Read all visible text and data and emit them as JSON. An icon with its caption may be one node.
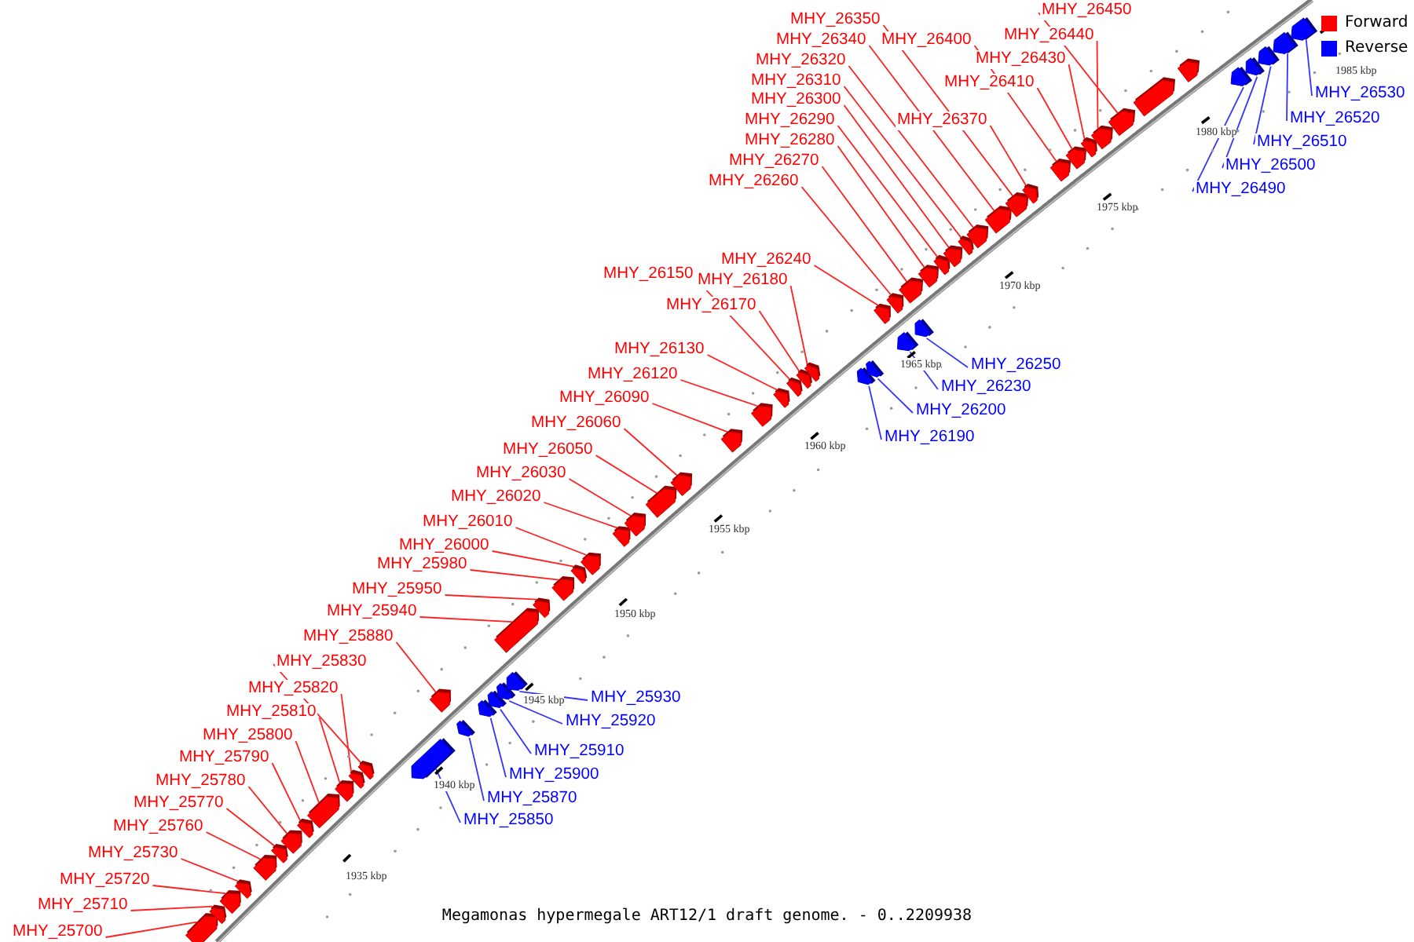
{
  "diagram": {
    "caption": "Megamonas hypermegale ART12/1 draft genome. - 0..2209938",
    "nodes": [
      {
        "text": [
          "MHY_25700"
        ]
      },
      {
        "text": [
          "MHY_25710"
        ]
      },
      {
        "text": [
          "MHY_25720"
        ]
      },
      {
        "text": [
          "MHY_25730"
        ]
      },
      {
        "text": [
          "MHY_25760"
        ]
      },
      {
        "text": [
          "MHY_25770"
        ]
      },
      {
        "text": [
          "MHY_25780"
        ]
      },
      {
        "text": [
          "MHY_25790"
        ]
      },
      {
        "text": [
          "MHY_25800"
        ]
      },
      {
        "text": [
          "MHY_25810"
        ]
      },
      {
        "text": [
          "MHY_25820"
        ]
      },
      {
        "text": [
          "MHY_25830"
        ]
      },
      {
        "text": [
          "MHY_25880"
        ]
      },
      {
        "text": [
          "MHY_25940"
        ]
      },
      {
        "text": [
          "MHY_25950"
        ]
      },
      {
        "text": [
          "MHY_25980"
        ]
      },
      {
        "text": [
          "MHY_26000"
        ]
      },
      {
        "text": [
          "MHY_26010"
        ]
      },
      {
        "text": [
          "MHY_26020"
        ]
      },
      {
        "text": [
          "MHY_26030"
        ]
      },
      {
        "text": [
          "MHY_26050"
        ]
      },
      {
        "text": [
          "MHY_26060"
        ]
      },
      {
        "text": [
          "MHY_26090"
        ]
      },
      {
        "text": [
          "MHY_26120"
        ]
      },
      {
        "text": [
          "MHY_26130"
        ]
      },
      {
        "text": [
          "MHY_26150"
        ]
      },
      {
        "text": [
          "MHY_26170"
        ]
      },
      {
        "text": [
          "MHY_26180"
        ]
      },
      {
        "text": [
          "MHY_26240"
        ]
      },
      {
        "text": [
          "MHY_26260"
        ]
      },
      {
        "text": [
          "MHY_26270"
        ]
      },
      {
        "text": [
          "MHY_26280"
        ]
      },
      {
        "text": [
          "MHY_26290"
        ]
      },
      {
        "text": [
          "MHY_26300"
        ]
      },
      {
        "text": [
          "MHY_26310"
        ]
      },
      {
        "text": [
          "MHY_26320"
        ]
      },
      {
        "text": [
          "MHY_26340"
        ]
      },
      {
        "text": [
          "MHY_26350"
        ]
      },
      {
        "text": [
          "MHY_26370"
        ]
      },
      {
        "text": [
          "MHY_26400"
        ]
      },
      {
        "text": [
          "MHY_26410"
        ]
      },
      {
        "text": [
          "MHY_26430"
        ]
      },
      {
        "text": [
          "MHY_26440"
        ]
      },
      {
        "text": [
          "MHY_26450"
        ]
      },
      {
        "text": [
          "MHY_25850"
        ]
      },
      {
        "text": [
          "MHY_25870"
        ]
      },
      {
        "text": [
          "MHY_25900"
        ]
      },
      {
        "text": [
          "MHY_25910"
        ]
      },
      {
        "text": [
          "MHY_25920"
        ]
      },
      {
        "text": [
          "MHY_25930"
        ]
      },
      {
        "text": [
          "MHY_26190"
        ]
      },
      {
        "text": [
          "MHY_26200"
        ]
      },
      {
        "text": [
          "MHY_26230"
        ]
      },
      {
        "text": [
          "MHY_26250"
        ]
      },
      {
        "text": [
          "MHY_26490"
        ]
      },
      {
        "text": [
          "MHY_26500"
        ]
      },
      {
        "text": [
          "MHY_26510"
        ]
      },
      {
        "text": [
          "MHY_26520"
        ]
      },
      {
        "text": [
          "MHY_26530"
        ]
      },
      {
        "text": [],
        "shape": "arrow"
      },
      {
        "text": [],
        "shape": "arrow"
      },
      {
        "text": [],
        "shape": "arrow"
      },
      {
        "text": [],
        "shape": "arrow"
      },
      {
        "text": [],
        "shape": "arrow"
      },
      {
        "text": [],
        "shape": "arrow"
      },
      {
        "text": [],
        "shape": "arrow"
      },
      {
        "text": [],
        "shape": "arrow"
      },
      {
        "text": [],
        "shape": "arrow"
      },
      {
        "text": [],
        "shape": "arrow"
      },
      {
        "text": [],
        "shape": "arrow"
      },
      {
        "text": [],
        "shape": "arrow"
      },
      {
        "text": [],
        "shape": "arrow"
      },
      {
        "text": [],
        "shape": "arrow"
      },
      {
        "text": [],
        "shape": "arrow"
      },
      {
        "text": [],
        "shape": "arrow"
      },
      {
        "text": [],
        "shape": "arrow"
      },
      {
        "text": [],
        "shape": "arrow"
      },
      {
        "text": [],
        "shape": "arrow"
      },
      {
        "text": [],
        "shape": "arrow"
      },
      {
        "text": [],
        "shape": "arrow"
      },
      {
        "text": [],
        "shape": "arrow"
      },
      {
        "text": [],
        "shape": "arrow"
      },
      {
        "text": [],
        "shape": "arrow"
      },
      {
        "text": [],
        "shape": "arrow"
      },
      {
        "text": [],
        "shape": "arrow"
      },
      {
        "text": [],
        "shape": "arrow"
      },
      {
        "text": [],
        "shape": "arrow"
      },
      {
        "text": [],
        "shape": "arrow"
      },
      {
        "text": [],
        "shape": "arrow"
      },
      {
        "text": [],
        "shape": "arrow"
      },
      {
        "text": [],
        "shape": "arrow"
      },
      {
        "text": [],
        "shape": "arrow"
      },
      {
        "text": [],
        "shape": "arrow"
      },
      {
        "text": [],
        "shape": "arrow"
      },
      {
        "text": [],
        "shape": "arrow"
      },
      {
        "text": [],
        "shape": "arrow"
      },
      {
        "text": [],
        "shape": "arrow"
      },
      {
        "text": [],
        "shape": "arrow"
      },
      {
        "text": [],
        "shape": "arrow"
      },
      {
        "text": [],
        "shape": "arrow"
      },
      {
        "text": [],
        "shape": "arrow"
      },
      {
        "text": [],
        "shape": "arrow"
      },
      {
        "text": [],
        "shape": "arrow"
      },
      {
        "text": [],
        "shape": "arrow"
      },
      {
        "text": [],
        "shape": "arrow"
      },
      {
        "text": [],
        "shape": "arrow"
      },
      {
        "text": [],
        "shape": "arrow"
      },
      {
        "text": [],
        "shape": "arrow"
      },
      {
        "text": [],
        "shape": "arrow"
      },
      {
        "text": [],
        "shape": "arrow"
      },
      {
        "text": [],
        "shape": "arrow"
      },
      {
        "text": [],
        "shape": "arrow"
      },
      {
        "text": [],
        "shape": "arrow"
      },
      {
        "text": [],
        "shape": "arrow"
      },
      {
        "text": [],
        "shape": "arrow"
      },
      {
        "text": [],
        "shape": "arrow"
      },
      {
        "text": [],
        "shape": "arrow"
      },
      {
        "text": [],
        "shape": "arrow"
      },
      {
        "text": [],
        "shape": "arrow"
      },
      {
        "text": [],
        "shape": "arrow"
      }
    ],
    "edges": [
      {
        "from": 0,
        "to": 59,
        "arrow": "none"
      },
      {
        "from": 1,
        "to": 60,
        "arrow": "none"
      },
      {
        "from": 2,
        "to": 61,
        "arrow": "none"
      },
      {
        "from": 3,
        "to": 62,
        "arrow": "none"
      },
      {
        "from": 4,
        "to": 63,
        "arrow": "none"
      },
      {
        "from": 5,
        "to": 64,
        "arrow": "none"
      },
      {
        "from": 6,
        "to": 65,
        "arrow": "none"
      },
      {
        "from": 7,
        "to": 66,
        "arrow": "none"
      },
      {
        "from": 8,
        "to": 67,
        "arrow": "none"
      },
      {
        "from": 9,
        "to": 68,
        "arrow": "none"
      },
      {
        "from": 10,
        "to": 69,
        "arrow": "none"
      },
      {
        "from": 11,
        "to": 70,
        "arrow": "none"
      },
      {
        "from": 12,
        "to": 71,
        "arrow": "none"
      },
      {
        "from": 13,
        "to": 72,
        "arrow": "none"
      },
      {
        "from": 14,
        "to": 73,
        "arrow": "none"
      },
      {
        "from": 15,
        "to": 74,
        "arrow": "none"
      },
      {
        "from": 16,
        "to": 75,
        "arrow": "none"
      },
      {
        "from": 17,
        "to": 76,
        "arrow": "none"
      },
      {
        "from": 18,
        "to": 77,
        "arrow": "none"
      },
      {
        "from": 19,
        "to": 78,
        "arrow": "none"
      },
      {
        "from": 20,
        "to": 79,
        "arrow": "none"
      },
      {
        "from": 21,
        "to": 80,
        "arrow": "none"
      },
      {
        "from": 22,
        "to": 81,
        "arrow": "none"
      },
      {
        "from": 23,
        "to": 82,
        "arrow": "none"
      },
      {
        "from": 24,
        "to": 83,
        "arrow": "none"
      },
      {
        "from": 25,
        "to": 84,
        "arrow": "none"
      },
      {
        "from": 26,
        "to": 85,
        "arrow": "none"
      },
      {
        "from": 27,
        "to": 86,
        "arrow": "none"
      },
      {
        "from": 28,
        "to": 87,
        "arrow": "none"
      },
      {
        "from": 29,
        "to": 88,
        "arrow": "none"
      },
      {
        "from": 30,
        "to": 89,
        "arrow": "none"
      },
      {
        "from": 31,
        "to": 90,
        "arrow": "none"
      },
      {
        "from": 32,
        "to": 91,
        "arrow": "none"
      },
      {
        "from": 33,
        "to": 92,
        "arrow": "none"
      },
      {
        "from": 34,
        "to": 93,
        "arrow": "none"
      },
      {
        "from": 35,
        "to": 94,
        "arrow": "none"
      },
      {
        "from": 36,
        "to": 95,
        "arrow": "none"
      },
      {
        "from": 37,
        "to": 96,
        "arrow": "none"
      },
      {
        "from": 38,
        "to": 97,
        "arrow": "none"
      },
      {
        "from": 39,
        "to": 98,
        "arrow": "none"
      },
      {
        "from": 40,
        "to": 99,
        "arrow": "none"
      },
      {
        "from": 41,
        "to": 100,
        "arrow": "none"
      },
      {
        "from": 42,
        "to": 101,
        "arrow": "none"
      },
      {
        "from": 43,
        "to": 102,
        "arrow": "none"
      },
      {
        "from": 44,
        "to": 103,
        "arrow": "none",
        "color": "#3333ff"
      },
      {
        "from": 45,
        "to": 104,
        "arrow": "none",
        "color": "#3333ff"
      },
      {
        "from": 46,
        "to": 105,
        "arrow": "none",
        "color": "#3333ff"
      },
      {
        "from": 47,
        "to": 106,
        "arrow": "none",
        "color": "#3333ff"
      },
      {
        "from": 48,
        "to": 107,
        "arrow": "none",
        "color": "#3333ff"
      },
      {
        "from": 49,
        "to": 108,
        "arrow": "none",
        "color": "#3333ff"
      },
      {
        "from": 50,
        "to": 109,
        "arrow": "none",
        "color": "#3333ff"
      },
      {
        "from": 51,
        "to": 110,
        "arrow": "none",
        "color": "#3333ff"
      },
      {
        "from": 52,
        "to": 111,
        "arrow": "none",
        "color": "#3333ff"
      },
      {
        "from": 53,
        "to": 112,
        "arrow": "none",
        "color": "#3333ff"
      },
      {
        "from": 54,
        "to": 113,
        "arrow": "none",
        "color": "#3333ff"
      },
      {
        "from": 55,
        "to": 114,
        "arrow": "none",
        "color": "#3333ff"
      },
      {
        "from": 56,
        "to": 115,
        "arrow": "none",
        "color": "#3333ff"
      },
      {
        "from": 57,
        "to": 116,
        "arrow": "none",
        "color": "#3333ff"
      },
      {
        "from": 58,
        "to": 117,
        "arrow": "none",
        "color": "#3333ff"
      }
    ],
    "labels": [
      "1935 kbp",
      "1940 kbp",
      "1945 kbp",
      "1950 kbp",
      "1955 kbp",
      "1960 kbp",
      "1965 kbp",
      "1970 kbp",
      "1975 kbp",
      "1980 kbp",
      "1985 kbp"
    ],
    "legend": [
      {
        "text": "Forward",
        "color": "#ff0000"
      },
      {
        "text": "Reverse",
        "color": "#0000ff"
      }
    ]
  }
}
